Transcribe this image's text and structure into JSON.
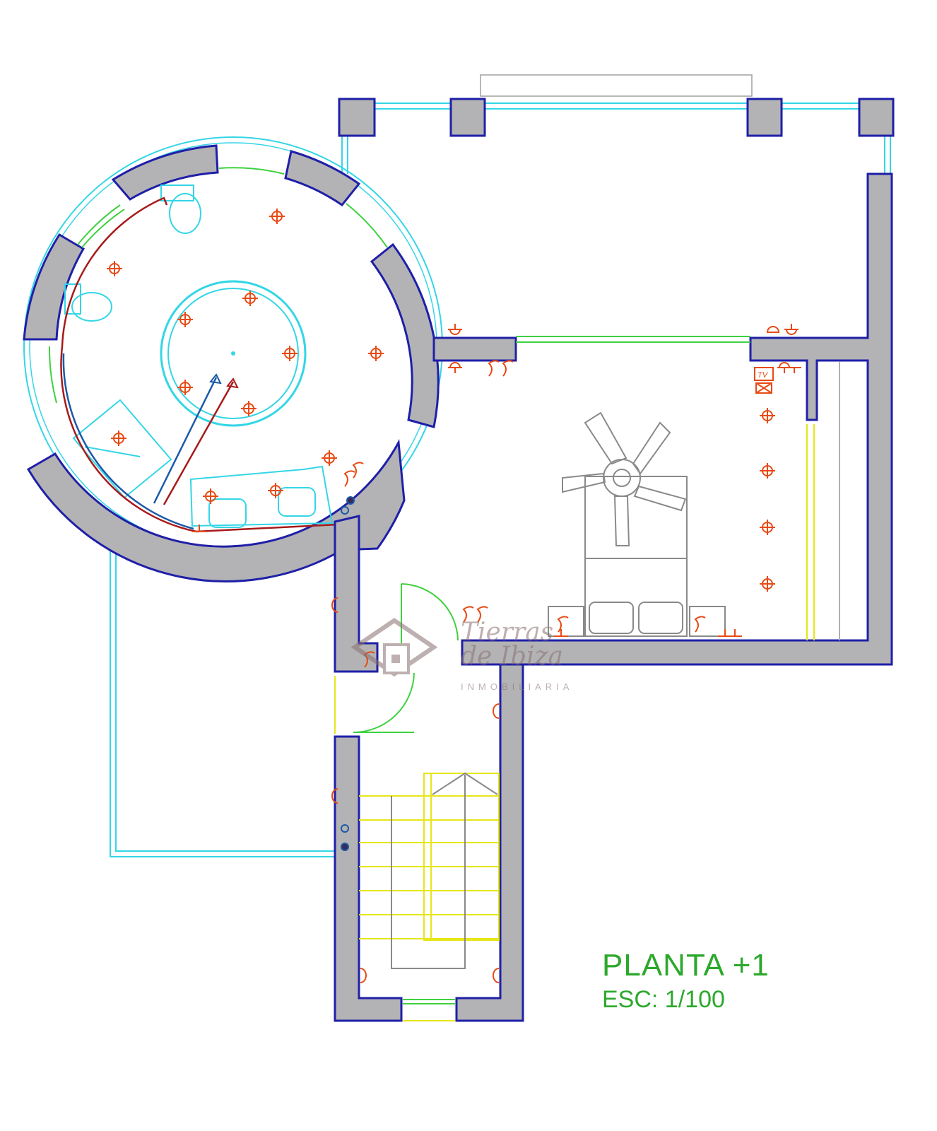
{
  "title_block": {
    "title": "PLANTA +1",
    "scale": "ESC: 1/100"
  },
  "watermark": {
    "brand_line1": "Tierras",
    "brand_line2": "de Ibiza",
    "brand_sub": "INMOBILIARIA"
  },
  "labels": {
    "tv": "TV"
  },
  "colors": {
    "wall_fill": "#b3b3b5",
    "wall_outline": "#1f1fa8",
    "glazing": "#3fd13f",
    "outline_cyan": "#33d6e6",
    "electrical": "#e84a14",
    "plumbing_hot": "#a81a1a",
    "plumbing_cold": "#1a5aa8",
    "title_text": "#2ca82c"
  }
}
